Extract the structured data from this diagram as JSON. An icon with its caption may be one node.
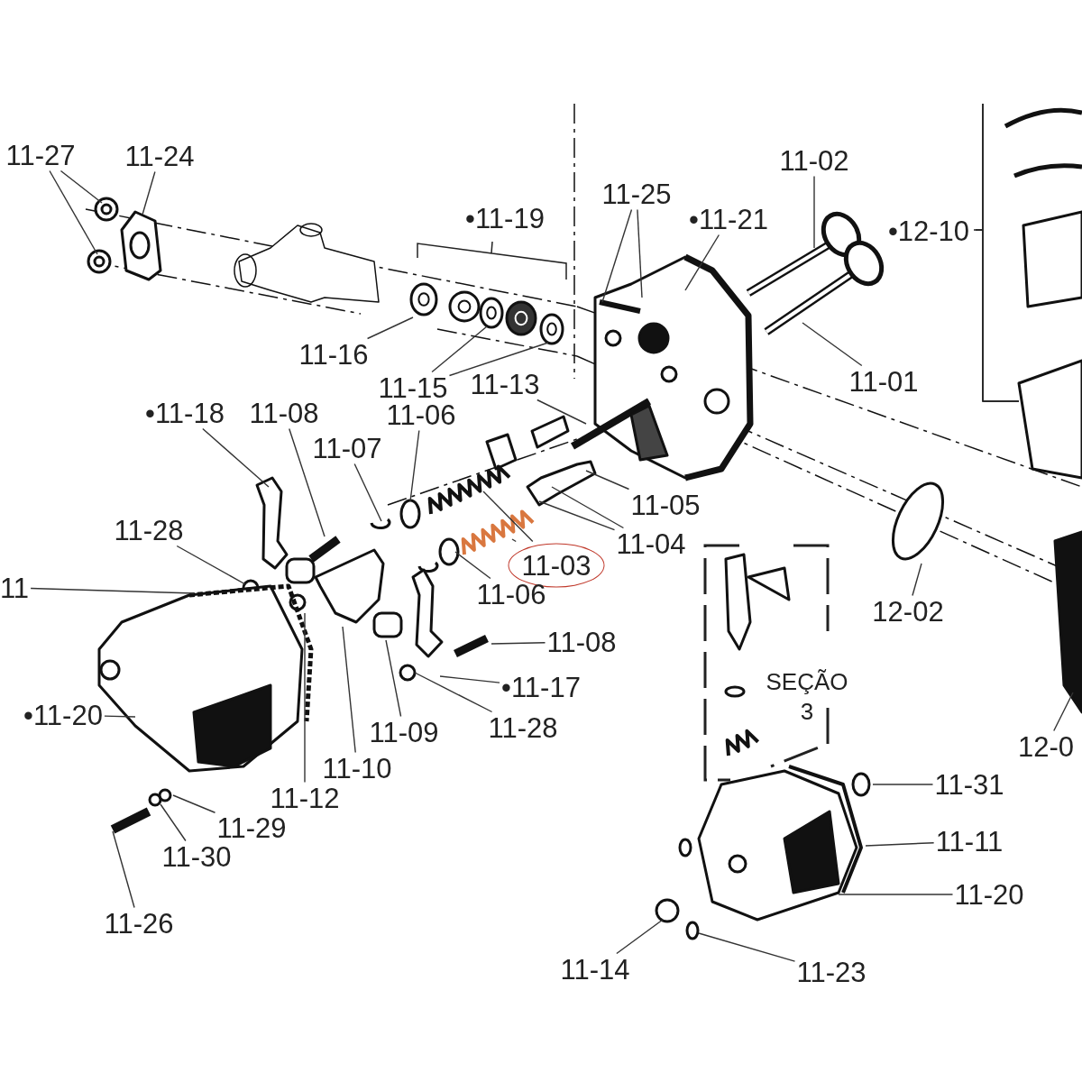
{
  "diagram": {
    "nodes": [
      {
        "text": [
          "11-27"
        ]
      },
      {
        "text": [
          "11-24"
        ]
      },
      {
        "text": [
          "11-16"
        ]
      },
      {
        "text": [
          "11-15"
        ]
      },
      {
        "text": [
          "11-13"
        ]
      },
      {
        "text": [
          "11-25"
        ]
      },
      {
        "text": [
          "•11-21"
        ]
      },
      {
        "text": [
          "11-02"
        ]
      },
      {
        "text": [
          "11-01"
        ]
      },
      {
        "text": [
          "•11-18"
        ]
      },
      {
        "text": [
          "11-08"
        ]
      },
      {
        "text": [
          "11-06"
        ]
      },
      {
        "text": [
          "11-07"
        ]
      },
      {
        "text": [
          "11-05"
        ]
      },
      {
        "text": [
          "11-04"
        ]
      },
      {
        "text": [
          "11-03"
        ]
      },
      {
        "text": [
          "11-28"
        ]
      },
      {
        "text": [
          "11"
        ]
      },
      {
        "text": [
          "11-06"
        ]
      },
      {
        "text": [
          "11-08"
        ]
      },
      {
        "text": [
          "•11-17"
        ]
      },
      {
        "text": [
          "•11-20"
        ]
      },
      {
        "text": [
          "11-09"
        ]
      },
      {
        "text": [
          "11-28"
        ]
      },
      {
        "text": [
          "11-10"
        ]
      },
      {
        "text": [
          "11-12"
        ]
      },
      {
        "text": [
          "11-29"
        ]
      },
      {
        "text": [
          "11-30"
        ]
      },
      {
        "text": [
          "11-26"
        ]
      },
      {
        "text": [
          "12-02"
        ]
      },
      {
        "text": [
          "12-0"
        ]
      },
      {
        "text": [
          "11-31"
        ]
      },
      {
        "text": [
          "11-11"
        ]
      },
      {
        "text": [
          "11-20"
        ]
      },
      {
        "text": [
          "11-14"
        ]
      },
      {
        "text": [
          "11-23"
        ]
      }
    ],
    "edges": [
      {
        "from": 0,
        "to": null,
        "arrow": "none"
      },
      {
        "from": 0,
        "to": null,
        "arrow": "none"
      },
      {
        "from": 1,
        "to": null,
        "arrow": "none"
      },
      {
        "from": 2,
        "to": null,
        "arrow": "none"
      },
      {
        "from": 3,
        "to": null,
        "arrow": "none"
      },
      {
        "from": 3,
        "to": null,
        "arrow": "none"
      },
      {
        "from": 4,
        "to": null,
        "arrow": "none"
      },
      {
        "from": 5,
        "to": null,
        "arrow": "none"
      },
      {
        "from": 5,
        "to": null,
        "arrow": "none"
      },
      {
        "from": 6,
        "to": null,
        "arrow": "none"
      },
      {
        "from": 7,
        "to": null,
        "arrow": "none"
      },
      {
        "from": 8,
        "to": null,
        "arrow": "none"
      },
      {
        "from": 9,
        "to": null,
        "arrow": "none"
      },
      {
        "from": 10,
        "to": null,
        "arrow": "none"
      },
      {
        "from": 11,
        "to": null,
        "arrow": "none"
      },
      {
        "from": 12,
        "to": null,
        "arrow": "none"
      },
      {
        "from": 13,
        "to": null,
        "arrow": "none"
      },
      {
        "from": 14,
        "to": null,
        "arrow": "none"
      },
      {
        "from": 14,
        "to": null,
        "arrow": "none"
      },
      {
        "from": 15,
        "to": null,
        "arrow": "none"
      },
      {
        "from": 15,
        "to": null,
        "arrow": "none"
      },
      {
        "from": 16,
        "to": null,
        "arrow": "none"
      },
      {
        "from": 17,
        "to": null,
        "arrow": "none"
      },
      {
        "from": 18,
        "to": null,
        "arrow": "none"
      },
      {
        "from": 19,
        "to": null,
        "arrow": "none"
      },
      {
        "from": 20,
        "to": null,
        "arrow": "none"
      },
      {
        "from": 21,
        "to": null,
        "arrow": "none"
      },
      {
        "from": 22,
        "to": null,
        "arrow": "none"
      },
      {
        "from": 23,
        "to": null,
        "arrow": "none"
      },
      {
        "from": 24,
        "to": null,
        "arrow": "none"
      },
      {
        "from": 25,
        "to": null,
        "arrow": "none"
      },
      {
        "from": 26,
        "to": null,
        "arrow": "none"
      },
      {
        "from": 27,
        "to": null,
        "arrow": "none"
      },
      {
        "from": 28,
        "to": null,
        "arrow": "none"
      },
      {
        "from": 29,
        "to": null,
        "arrow": "none"
      },
      {
        "from": 30,
        "to": null,
        "arrow": "none"
      },
      {
        "from": 31,
        "to": null,
        "arrow": "none"
      },
      {
        "from": 32,
        "to": null,
        "arrow": "none"
      },
      {
        "from": 33,
        "to": null,
        "arrow": "none"
      },
      {
        "from": 34,
        "to": null,
        "arrow": "none"
      },
      {
        "from": 35,
        "to": null,
        "arrow": "none"
      }
    ],
    "labels": [
      "•11-19",
      "•12-10",
      "SEÇÃO 3"
    ]
  }
}
